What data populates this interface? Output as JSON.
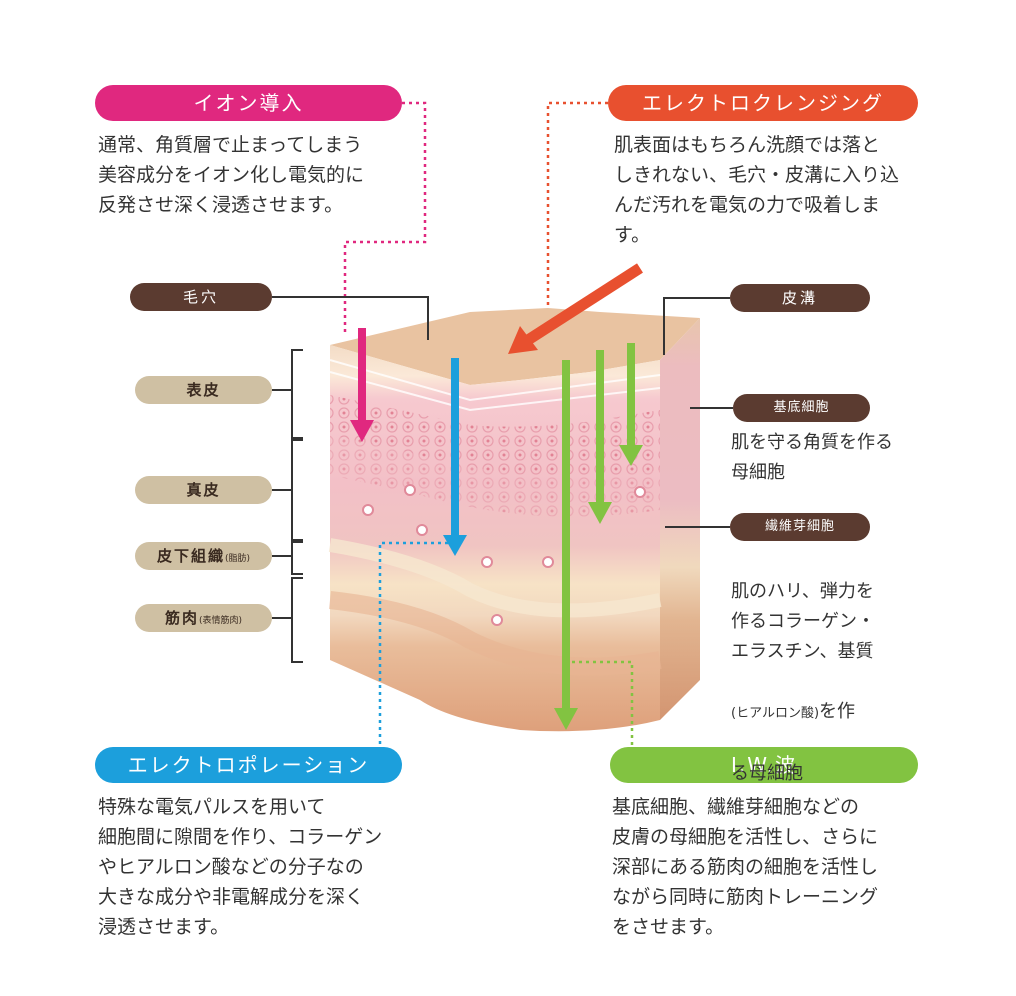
{
  "methods": {
    "ion": {
      "title": "イオン導入",
      "desc": "通常、角質層で止まってしまう\n美容成分をイオン化し電気的に\n反発させ深く浸透させます。",
      "color": "#e0287f"
    },
    "cleansing": {
      "title": "エレクトロクレンジング",
      "desc": "肌表面はもちろん洗顔では落と\nしきれない、毛穴・皮溝に入り込\nんだ汚れを電気の力で吸着しま\nす。",
      "color": "#e8502f"
    },
    "electroporation": {
      "title": "エレクトロポレーション",
      "desc": "特殊な電気パルスを用いて\n細胞間に隙間を作り、コラーゲン\nやヒアルロン酸などの分子なの\n大きな成分や非電解成分を深く\n浸透させます。",
      "color": "#1c9fdc"
    },
    "iw": {
      "title": "I.W.波",
      "desc": "基底細胞、繊維芽細胞などの\n皮膚の母細胞を活性し、さらに\n深部にある筋肉の細胞を活性し\nながら同時に筋肉トレーニング\nをさせます。",
      "color": "#82c341"
    }
  },
  "labels": {
    "pore": "毛穴",
    "skin_groove": "皮溝",
    "epidermis": "表皮",
    "dermis": "真皮",
    "subcutaneous": "皮下組織",
    "subcutaneous_sub": "(脂肪)",
    "muscle": "筋肉",
    "muscle_sub": "(表情筋肉)",
    "basal_cell": "基底細胞",
    "basal_cell_desc": "肌を守る角質を作る\n母細胞",
    "fibroblast": "繊維芽細胞",
    "fibroblast_desc_1": "肌のハリ、弾力を\n作るコラーゲン・\nエラスチン、基質",
    "fibroblast_desc_2": "(ヒアルロン酸)",
    "fibroblast_desc_3": "を作",
    "fibroblast_desc_4": "る母細胞"
  }
}
